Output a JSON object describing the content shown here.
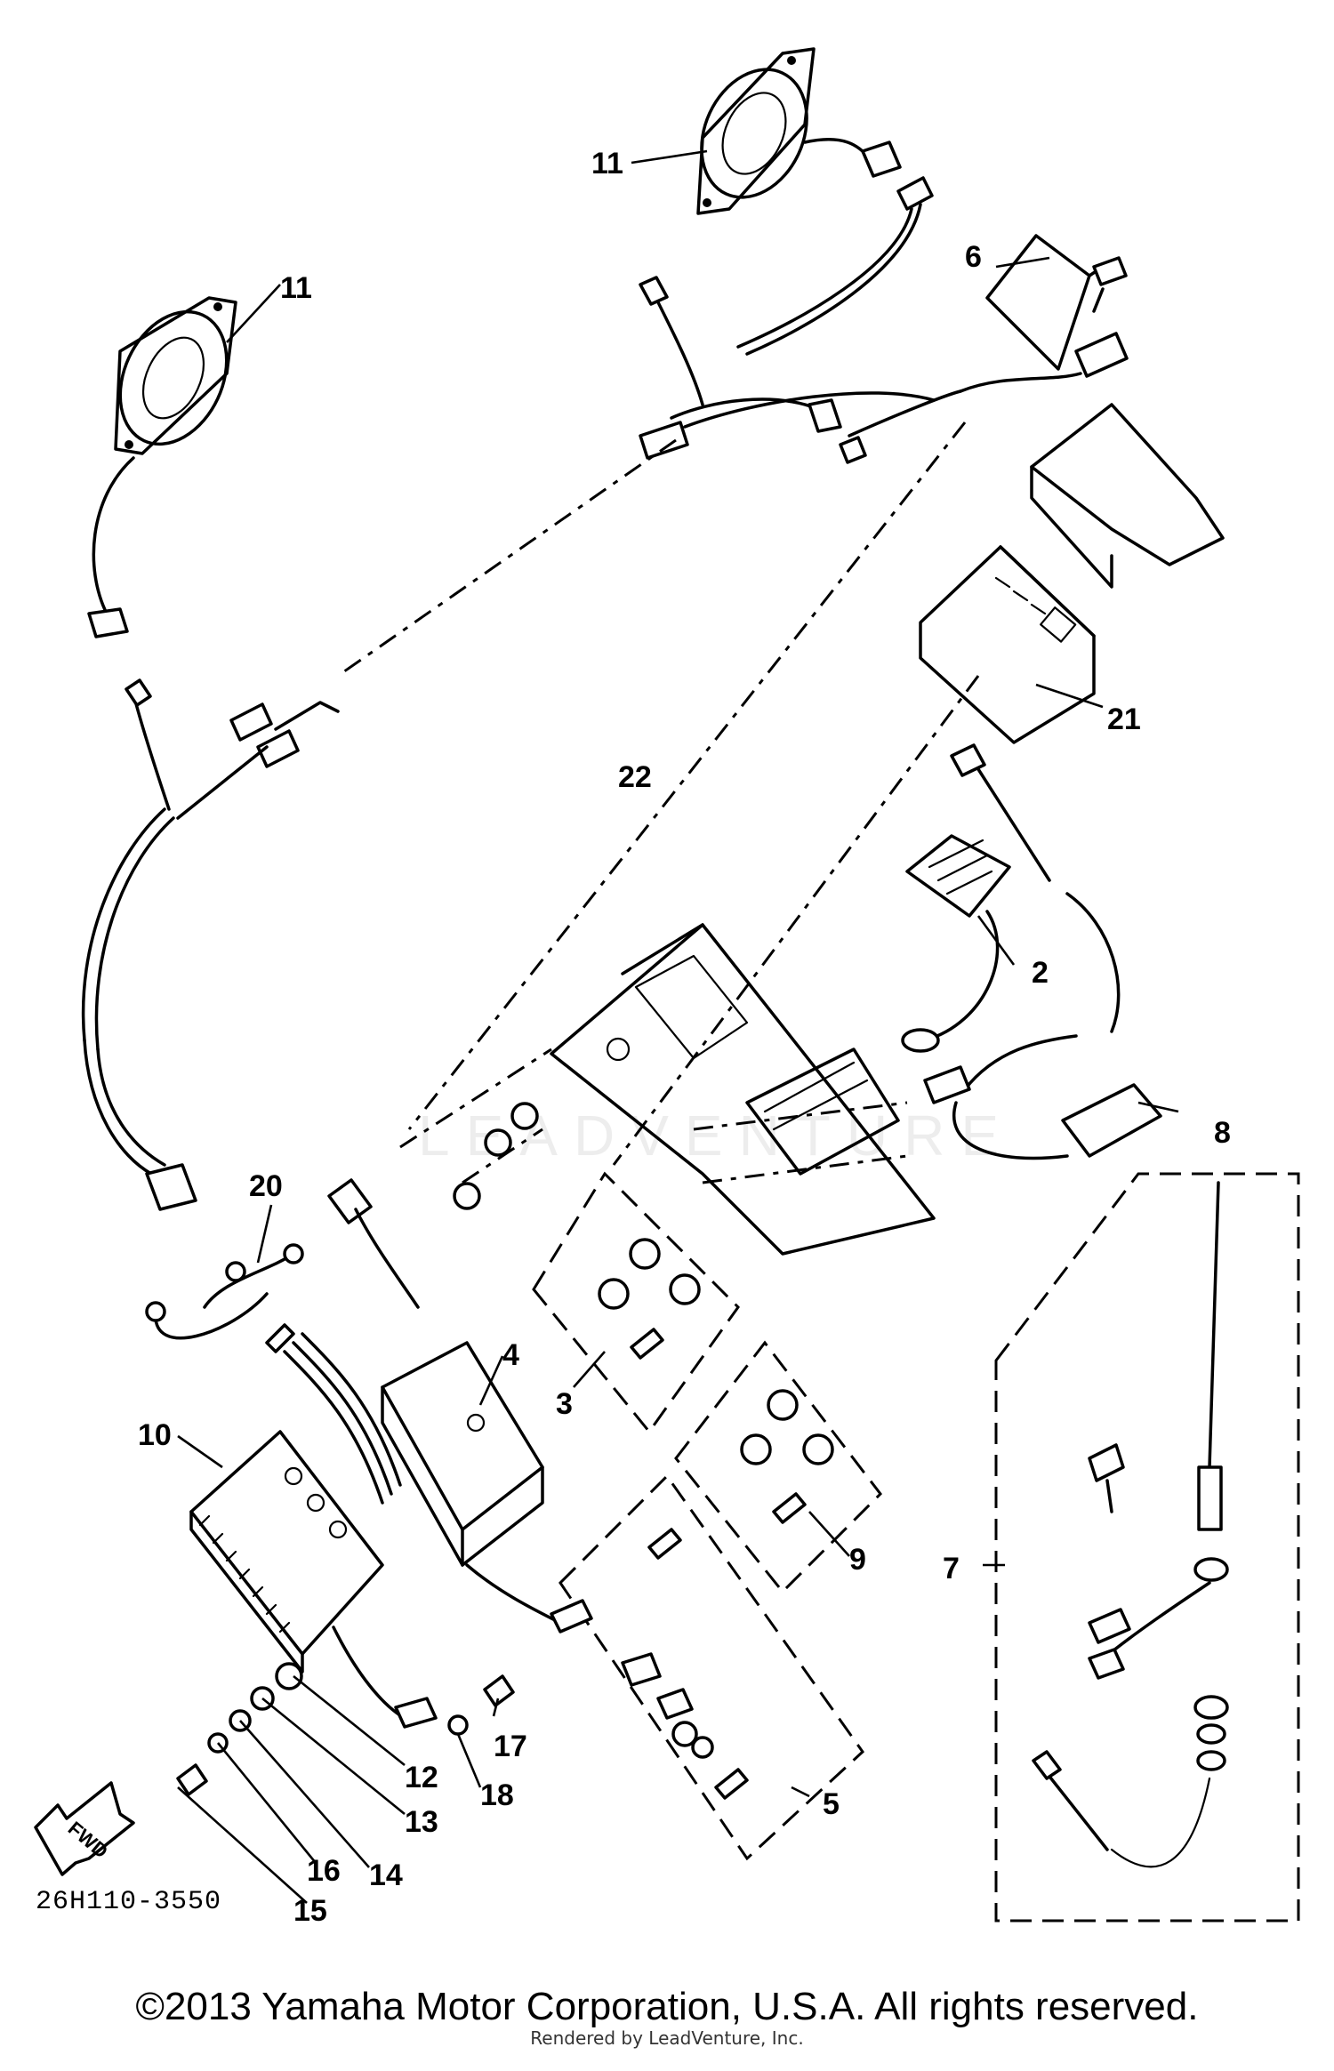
{
  "diagram": {
    "callouts": [
      {
        "id": "c11a",
        "text": "11"
      },
      {
        "id": "c11b",
        "text": "11"
      },
      {
        "id": "c6",
        "text": "6"
      },
      {
        "id": "c21",
        "text": "21"
      },
      {
        "id": "c22",
        "text": "22"
      },
      {
        "id": "c2",
        "text": "2"
      },
      {
        "id": "c8",
        "text": "8"
      },
      {
        "id": "c20",
        "text": "20"
      },
      {
        "id": "c4",
        "text": "4"
      },
      {
        "id": "c3",
        "text": "3"
      },
      {
        "id": "c10",
        "text": "10"
      },
      {
        "id": "c9",
        "text": "9"
      },
      {
        "id": "c7",
        "text": "7"
      },
      {
        "id": "c17",
        "text": "17"
      },
      {
        "id": "c12",
        "text": "12"
      },
      {
        "id": "c18",
        "text": "18"
      },
      {
        "id": "c13",
        "text": "13"
      },
      {
        "id": "c5",
        "text": "5"
      },
      {
        "id": "c16",
        "text": "16"
      },
      {
        "id": "c14",
        "text": "14"
      },
      {
        "id": "c15",
        "text": "15"
      }
    ],
    "fwd_label": "FWD",
    "part_code": "26H110-3550",
    "copyright": "©2013 Yamaha Motor Corporation, U.S.A. All rights reserved.",
    "rendered_by": "Rendered by LeadVenture, Inc.",
    "watermark": "LEADVENTURE"
  }
}
